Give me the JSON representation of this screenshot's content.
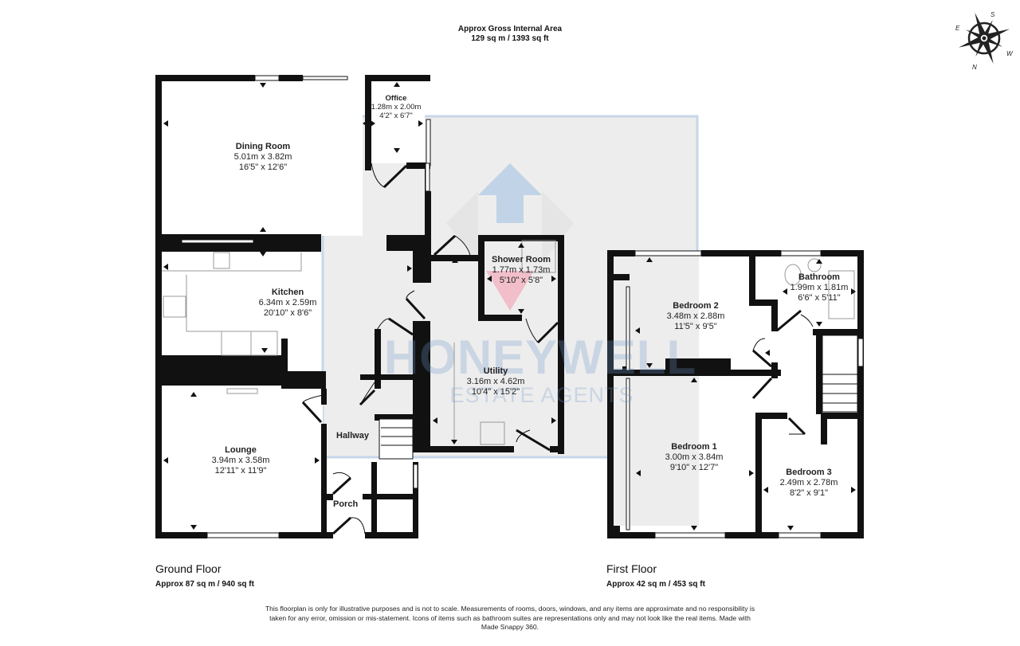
{
  "header": {
    "gross_area_title": "Approx Gross Internal Area",
    "gross_area_value": "129 sq m / 1393 sq ft"
  },
  "compass": {
    "icon": "compass-rose-icon",
    "labels": {
      "n": "N",
      "s": "S",
      "e": "E",
      "w": "W"
    }
  },
  "watermark": {
    "brand": "HONEYWELL",
    "subtitle": "ESTATE AGENTS",
    "logo_icon": "house-arrow-logo-icon",
    "colors": {
      "blue": "#aec6e0",
      "pink": "#f2b6c4",
      "panel": "#ededed"
    }
  },
  "ground_floor": {
    "title": "Ground Floor",
    "area": "Approx 87 sq m / 940 sq ft",
    "rooms": [
      {
        "name": "Dining Room",
        "metric": "5.01m x 3.82m",
        "imperial": "16'5\" x 12'6\""
      },
      {
        "name": "Office",
        "metric": "1.28m x 2.00m",
        "imperial": "4'2\" x 6'7\""
      },
      {
        "name": "Kitchen",
        "metric": "6.34m x 2.59m",
        "imperial": "20'10\" x 8'6\""
      },
      {
        "name": "Shower Room",
        "metric": "1.77m x 1.73m",
        "imperial": "5'10\" x 5'8\""
      },
      {
        "name": "Utility",
        "metric": "3.16m x 4.62m",
        "imperial": "10'4\" x 15'2\""
      },
      {
        "name": "Lounge",
        "metric": "3.94m x 3.58m",
        "imperial": "12'11\" x 11'9\""
      },
      {
        "name": "Hallway"
      },
      {
        "name": "Porch"
      }
    ]
  },
  "first_floor": {
    "title": "First Floor",
    "area": "Approx 42 sq m / 453 sq ft",
    "rooms": [
      {
        "name": "Bedroom 2",
        "metric": "3.48m x 2.88m",
        "imperial": "11'5\" x 9'5\""
      },
      {
        "name": "Bathroom",
        "metric": "1.99m x 1.81m",
        "imperial": "6'6\" x 5'11\""
      },
      {
        "name": "Bedroom 1",
        "metric": "3.00m x 3.84m",
        "imperial": "9'10\" x 12'7\""
      },
      {
        "name": "Bedroom 3",
        "metric": "2.49m x 2.78m",
        "imperial": "8'2\" x 9'1\""
      }
    ]
  },
  "footer": {
    "disclaimer": "This floorplan is only for illustrative purposes and is not to scale. Measurements of rooms, doors, windows, and any items are approximate and no responsibility is taken for any error, omission or mis-statement. Icons of items such as bathroom suites are representations only and may not look like the real items. Made with Made Snappy 360."
  }
}
